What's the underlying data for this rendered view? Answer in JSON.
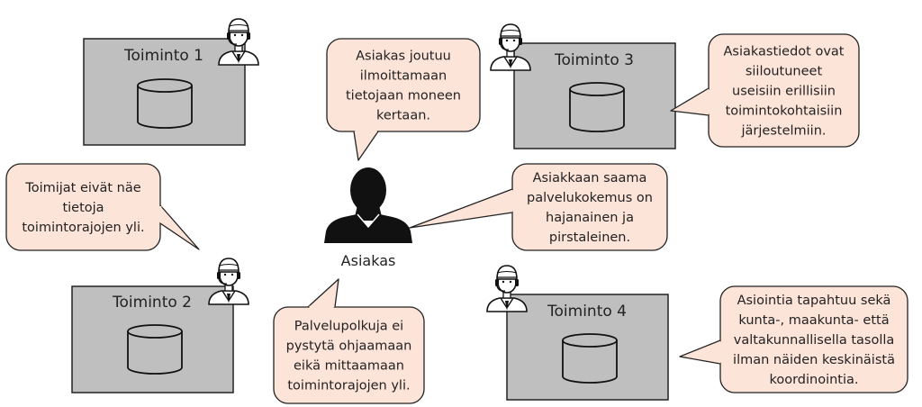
{
  "colors": {
    "box_fill": "#bfbfbf",
    "box_stroke": "#222222",
    "bubble_fill": "#fde4d9",
    "bubble_stroke": "#222222",
    "figure": "#111111"
  },
  "customer": {
    "label": "Asiakas",
    "icon": "person-silhouette-icon"
  },
  "functions": [
    {
      "id": "toiminto-1",
      "label": "Toiminto 1",
      "icon": "database-icon",
      "agent_icon": "agent-headset-icon"
    },
    {
      "id": "toiminto-2",
      "label": "Toiminto 2",
      "icon": "database-icon",
      "agent_icon": "agent-headset-icon"
    },
    {
      "id": "toiminto-3",
      "label": "Toiminto 3",
      "icon": "database-icon",
      "agent_icon": "agent-headset-icon"
    },
    {
      "id": "toiminto-4",
      "label": "Toiminto 4",
      "icon": "database-icon",
      "agent_icon": "agent-headset-icon"
    }
  ],
  "callouts": {
    "customer_reports": [
      "Asiakas joutuu",
      "ilmoittamaan",
      "tietojaan moneen",
      "kertaan."
    ],
    "staff_visibility": [
      "Toimijat eivät näe",
      "tietoja",
      "toimintorajojen yli."
    ],
    "data_silos": [
      "Asiakastiedot ovat",
      "siiloutuneet",
      "useisiin erillisiin",
      "toimintokohtaisiin",
      "järjestelmiin."
    ],
    "experience": [
      "Asiakkaan saama",
      "palvelukokemus on",
      "hajanainen ja",
      "pirstaleinen."
    ],
    "service_paths": [
      "Palvelupolkuja ei",
      "pystytä ohjaamaan",
      "eikä mittaamaan",
      "toimintorajojen yli."
    ],
    "coordination": [
      "Asiointia tapahtuu sekä",
      "kunta-, maakunta- että",
      "valtakunnallisella tasolla",
      "ilman näiden keskinäistä",
      "koordinointia."
    ]
  }
}
